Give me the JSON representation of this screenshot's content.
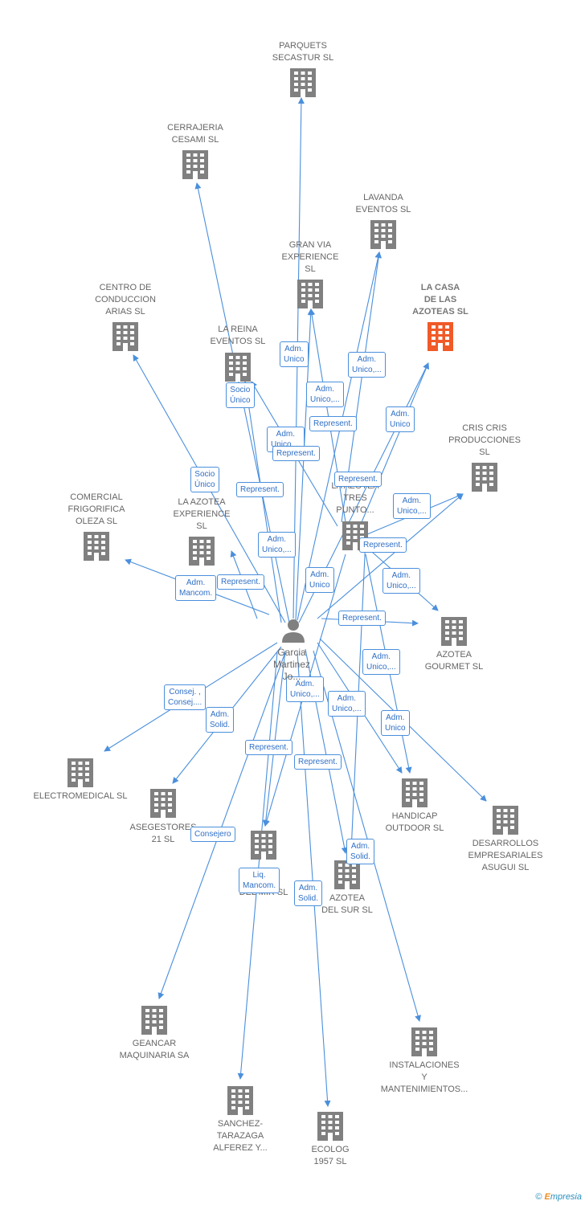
{
  "person": {
    "name": "Garcia\nMartinez\nJo..."
  },
  "colors": {
    "edge": "#4a8fdc",
    "building": "#808080",
    "highlight": "#f05a28"
  },
  "companies": [
    {
      "id": "parquets",
      "label": "PARQUETS\nSECASTUR SL"
    },
    {
      "id": "cerrajeria",
      "label": "CERRAJERIA\nCESAMI SL"
    },
    {
      "id": "lavanda",
      "label": "LAVANDA\nEVENTOS SL"
    },
    {
      "id": "granvia",
      "label": "GRAN VIA\nEXPERIENCE\nSL"
    },
    {
      "id": "casa",
      "label": "LA CASA\nDE LAS\nAZOTEAS SL"
    },
    {
      "id": "centro",
      "label": "CENTRO DE\nCONDUCCION\nARIAS SL"
    },
    {
      "id": "reina",
      "label": "LA REINA\nEVENTOS SL"
    },
    {
      "id": "cris",
      "label": "CRIS CRIS\nPRODUCCIONES\nSL"
    },
    {
      "id": "comercial",
      "label": "COMERCIAL\nFRIGORIFICA\nOLEZA SL"
    },
    {
      "id": "azexp",
      "label": "LA AZOTEA\nEXPERIENCE\nSL"
    },
    {
      "id": "tres",
      "label": "LA AZOTEA\nTRES\nPUNTO..."
    },
    {
      "id": "gourmet",
      "label": "AZOTEA\nGOURMET SL"
    },
    {
      "id": "electro",
      "label": "ELECTROMEDICAL SL"
    },
    {
      "id": "asegestores",
      "label": "ASEGESTORES\n21 SL"
    },
    {
      "id": "handicap",
      "label": "HANDICAP\nOUTDOOR SL"
    },
    {
      "id": "desarrollos",
      "label": "DESARROLLOS\nEMPRESARIALES\nASUGUI SL"
    },
    {
      "id": "delmir",
      "label": "DEL MIR SL"
    },
    {
      "id": "delsur",
      "label": "AZOTEA\nDEL SUR SL"
    },
    {
      "id": "geancar",
      "label": "GEANCAR\nMAQUINARIA SA"
    },
    {
      "id": "instalaciones",
      "label": "INSTALACIONES\nY\nMANTENIMIENTOS..."
    },
    {
      "id": "sanchez",
      "label": "SANCHEZ-\nTARAZAGA\nALFEREZ Y..."
    },
    {
      "id": "ecolog",
      "label": "ECOLOG\n1957 SL"
    }
  ],
  "roles": [
    "Adm.\nUnico",
    "Adm.\nUnico,...",
    "Socio\nÚnico",
    "Adm.\nUnico,...",
    "Represent.",
    "Adm.\nUnico",
    "Adm.\nUnico,...",
    "Represent.",
    "Socio\nÚnico",
    "Represent.",
    "Represent.",
    "Adm.\nUnico,...",
    "Adm.\nUnico,...",
    "Represent.",
    "Adm.\nUnico,...",
    "Adm.\nMancom.",
    "Represent.",
    "Adm.\nUnico",
    "Represent.",
    "Adm.\nUnico,...",
    "Consej. ,\nConsej....",
    "Adm.\nSolid.",
    "Adm.\nUnico,...",
    "Adm.\nUnico,...",
    "Adm.\nUnico",
    "Represent.",
    "Represent.",
    "Consejero",
    "Adm.\nSolid.",
    "Liq.\nMancom.",
    "Adm.\nSolid."
  ],
  "footer": {
    "copyright": "©",
    "brand_mark": "E",
    "brand_rest": "mpresia"
  }
}
